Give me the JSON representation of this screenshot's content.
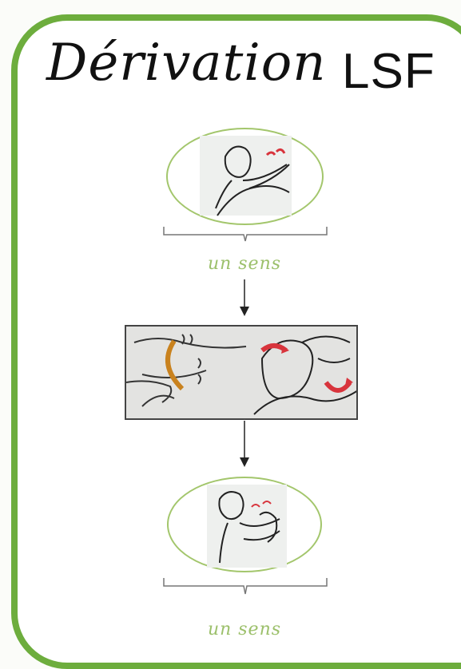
{
  "title": {
    "script_word": "Dérivation",
    "acronym": "LSF"
  },
  "top_caption": "un sens",
  "bottom_caption": "un sens",
  "colors": {
    "frame_green": "#6dad3d",
    "oval_green": "#a3c66c",
    "caption_green": "#9cc06b",
    "motion_red": "#d8343c",
    "arc_orange": "#c9821e"
  }
}
